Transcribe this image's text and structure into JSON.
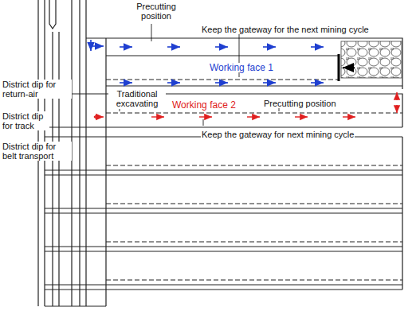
{
  "diagram": {
    "labels": [
      "Precutting position",
      "Keep the gateway for the next mining cycle",
      "District dip for return-air",
      "District dip for track",
      "District dip for belt transport",
      "Working face 1",
      "Traditional excavating",
      "Working face 2",
      "Precutting position",
      "Keep the gateway for next mining cycle"
    ]
  }
}
